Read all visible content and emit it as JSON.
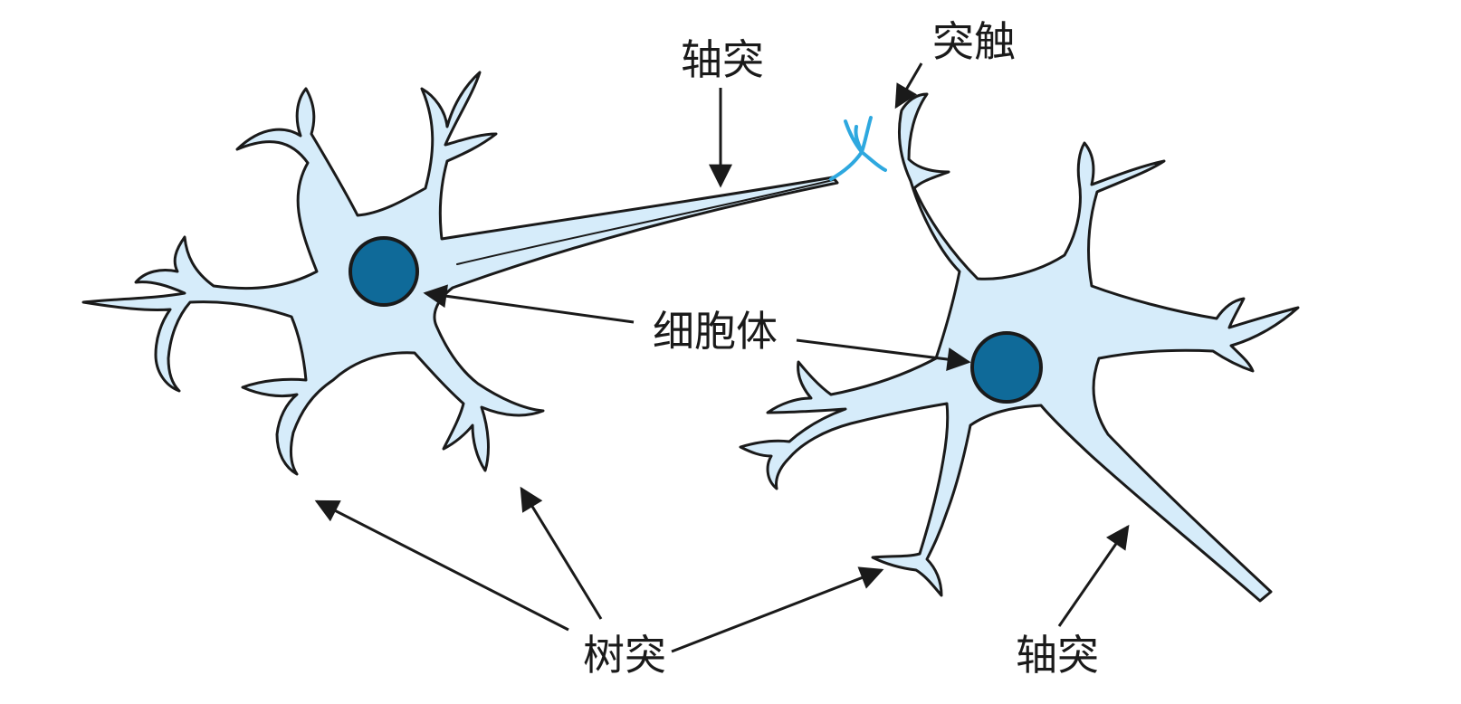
{
  "labels": {
    "axon_top": "轴突",
    "synapse": "突触",
    "cell_body": "细胞体",
    "dendrites": "树突",
    "axon_bottom": "轴突"
  },
  "colors": {
    "cytoplasm": "#d6ecfa",
    "nucleus": "#0f6a99",
    "axon_terminal": "#2ea8df",
    "outline": "#1a1a1a"
  }
}
